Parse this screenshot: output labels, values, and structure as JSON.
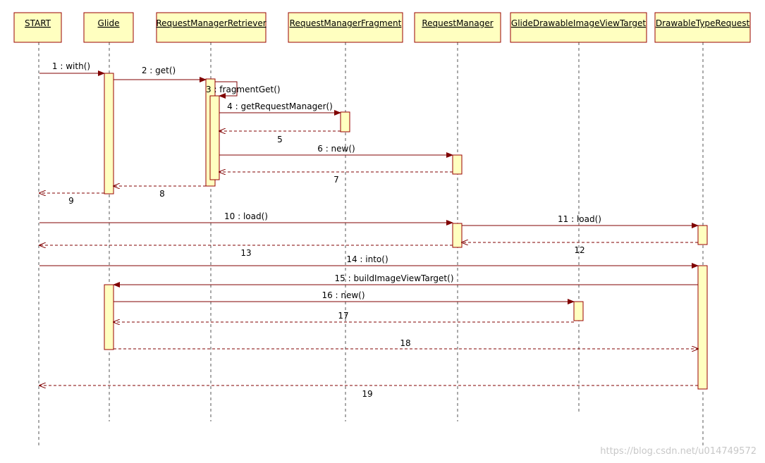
{
  "colors": {
    "box_fill": "#ffffc0",
    "box_stroke": "#990000",
    "line": "#800000",
    "lifeline": "#555555"
  },
  "participants": [
    {
      "id": "start",
      "name": "START"
    },
    {
      "id": "glide",
      "name": "Glide"
    },
    {
      "id": "rmr",
      "name": "RequestManagerRetriever"
    },
    {
      "id": "rmf",
      "name": "RequestManagerFragment"
    },
    {
      "id": "rm",
      "name": "RequestManager"
    },
    {
      "id": "gdivt",
      "name": "GlideDrawableImageViewTarget"
    },
    {
      "id": "dtr",
      "name": "DrawableTypeRequest"
    }
  ],
  "messages": [
    {
      "label": "1 : with()",
      "from": "start",
      "to": "glide",
      "type": "call"
    },
    {
      "label": "2 : get()",
      "from": "glide",
      "to": "rmr",
      "type": "call"
    },
    {
      "label": "3 : fragmentGet()",
      "from": "rmr",
      "to": "rmr",
      "type": "self"
    },
    {
      "label": "4 : getRequestManager()",
      "from": "rmr",
      "to": "rmf",
      "type": "call"
    },
    {
      "label": "5",
      "from": "rmf",
      "to": "rmr",
      "type": "return"
    },
    {
      "label": "6 : new()",
      "from": "rmr",
      "to": "rm",
      "type": "call"
    },
    {
      "label": "7",
      "from": "rm",
      "to": "rmr",
      "type": "return"
    },
    {
      "label": "8",
      "from": "rmr",
      "to": "glide",
      "type": "return"
    },
    {
      "label": "9",
      "from": "glide",
      "to": "start",
      "type": "return"
    },
    {
      "label": "10 : load()",
      "from": "start",
      "to": "rm",
      "type": "call"
    },
    {
      "label": "11 : load()",
      "from": "rm",
      "to": "dtr",
      "type": "call"
    },
    {
      "label": "12",
      "from": "dtr",
      "to": "rm",
      "type": "return"
    },
    {
      "label": "13",
      "from": "rm",
      "to": "start",
      "type": "return"
    },
    {
      "label": "14 : into()",
      "from": "start",
      "to": "dtr",
      "type": "call"
    },
    {
      "label": "15 : buildImageViewTarget()",
      "from": "dtr",
      "to": "glide",
      "type": "call"
    },
    {
      "label": "16 : new()",
      "from": "glide",
      "to": "gdivt",
      "type": "call"
    },
    {
      "label": "17",
      "from": "gdivt",
      "to": "glide",
      "type": "return"
    },
    {
      "label": "18",
      "from": "glide",
      "to": "dtr",
      "type": "return"
    },
    {
      "label": "19",
      "from": "dtr",
      "to": "start",
      "type": "return"
    }
  ],
  "watermark": "https://blog.csdn.net/u014749572"
}
